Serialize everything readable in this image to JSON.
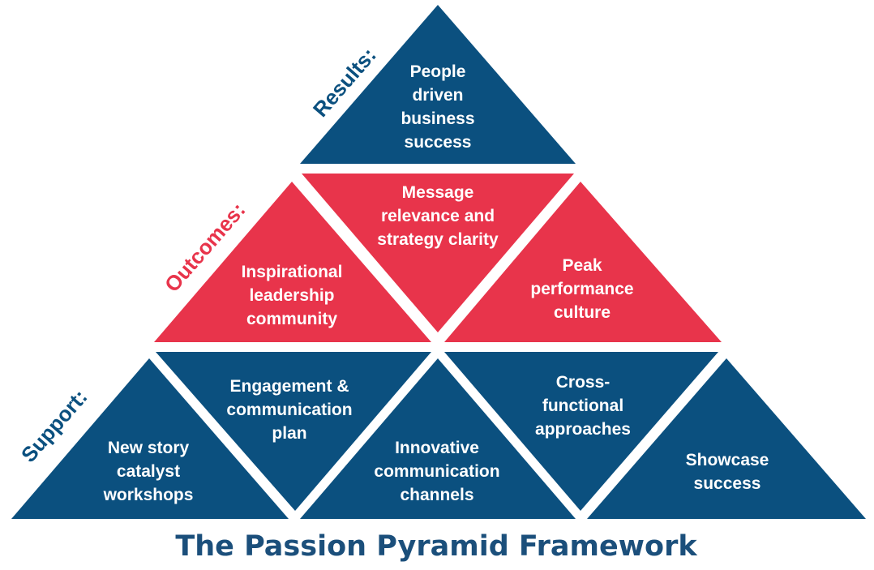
{
  "title": "The Passion Pyramid Framework",
  "colors": {
    "blue": "#0B507F",
    "red": "#E8344B",
    "title": "#1B4F7B"
  },
  "tiers": {
    "results": {
      "label": "Results:"
    },
    "outcomes": {
      "label": "Outcomes:"
    },
    "support": {
      "label": "Support:"
    }
  },
  "blocks": {
    "people_driven": {
      "lines": [
        "People",
        "driven",
        "business",
        "success"
      ]
    },
    "inspirational": {
      "lines": [
        "Inspirational",
        "leadership",
        "community"
      ]
    },
    "message": {
      "lines": [
        "Message",
        "relevance and",
        "strategy clarity"
      ]
    },
    "peak": {
      "lines": [
        "Peak",
        "performance",
        "culture"
      ]
    },
    "new_story": {
      "lines": [
        "New story",
        "catalyst",
        "workshops"
      ]
    },
    "engagement": {
      "lines": [
        "Engagement &",
        "communication",
        "plan"
      ]
    },
    "innovative": {
      "lines": [
        "Innovative",
        "communication",
        "channels"
      ]
    },
    "cross_functional": {
      "lines": [
        "Cross-",
        "functional",
        "approaches"
      ]
    },
    "showcase": {
      "lines": [
        "Showcase",
        "success"
      ]
    }
  }
}
